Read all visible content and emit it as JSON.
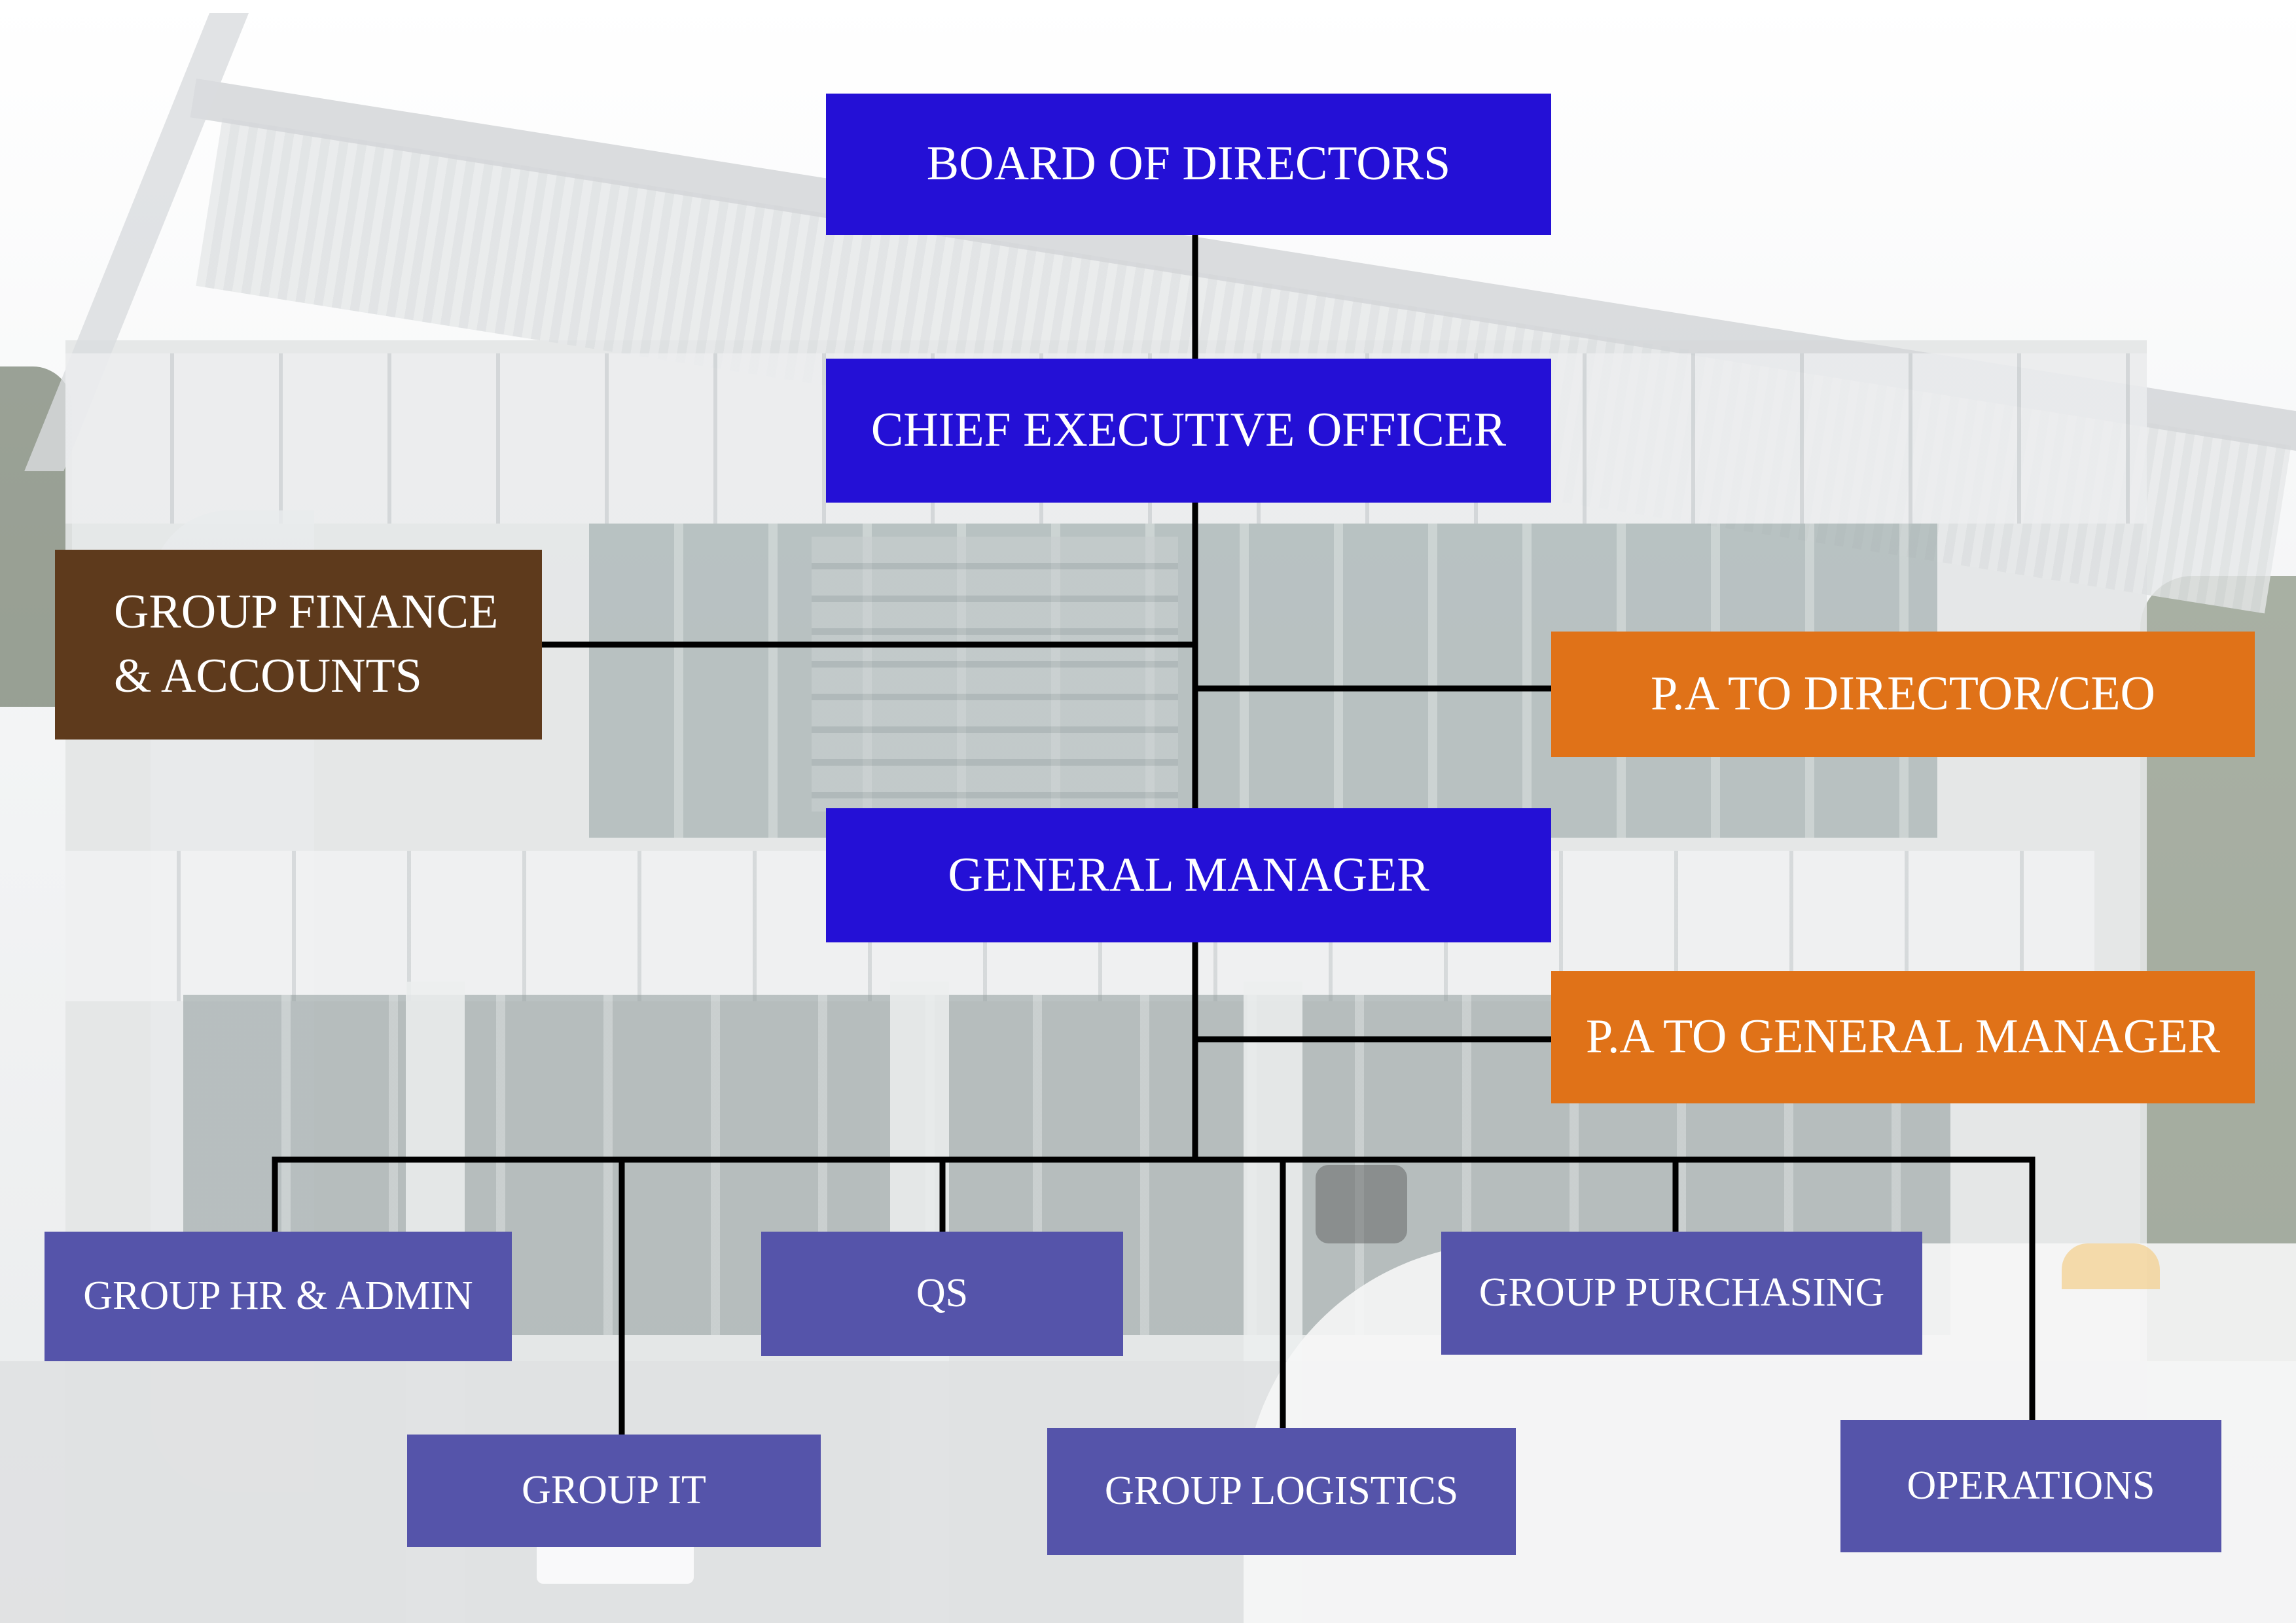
{
  "chart": {
    "top": {
      "board": "BOARD OF DIRECTORS",
      "ceo": "CHIEF EXECUTIVE OFFICER",
      "gm": "GENERAL MANAGER"
    },
    "side": {
      "finance": "GROUP FINANCE\n& ACCOUNTS",
      "pa_ceo": "P.A TO DIRECTOR/CEO",
      "pa_gm": "P.A TO GENERAL MANAGER"
    },
    "departments": {
      "hr_admin": "GROUP HR & ADMIN",
      "it": "GROUP IT",
      "qs": "QS",
      "logistics": "GROUP LOGISTICS",
      "purchasing": "GROUP PURCHASING",
      "operations": "OPERATIONS"
    },
    "colors": {
      "executive": "#2410d6",
      "finance": "#5e3a1c",
      "assistant": "#e07218",
      "department": "#5554aa",
      "connector": "#000000"
    }
  }
}
